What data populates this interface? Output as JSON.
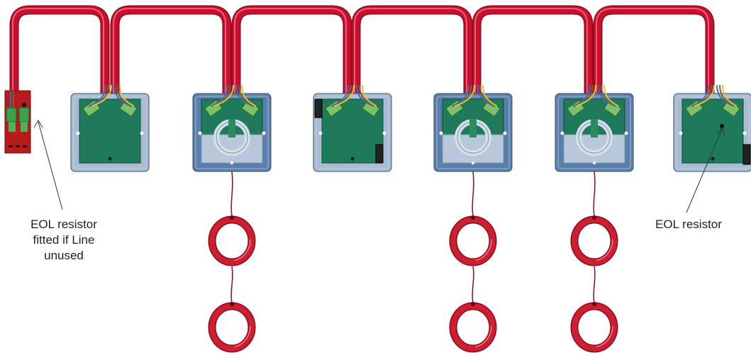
{
  "annotations": {
    "left_label_lines": [
      "EOL resistor",
      "fitted if Line",
      "unused"
    ],
    "right_label": "EOL resistor"
  },
  "devices": [
    {
      "kind": "terminal-block"
    },
    {
      "kind": "module-plain"
    },
    {
      "kind": "module-with-loop"
    },
    {
      "kind": "module-plain"
    },
    {
      "kind": "module-with-loop"
    },
    {
      "kind": "module-with-loop"
    },
    {
      "kind": "module-eol"
    }
  ],
  "colors": {
    "cable": "#c8102e",
    "cable_dark": "#8e0b20",
    "module_frame_light": "#a9bcd4",
    "module_frame_dark": "#5b7fab",
    "pcb": "#1e7a5a",
    "terminal": "#7cc06a",
    "terminal_block": "#b71c1c",
    "loop_ring": "#cc1f2f"
  }
}
